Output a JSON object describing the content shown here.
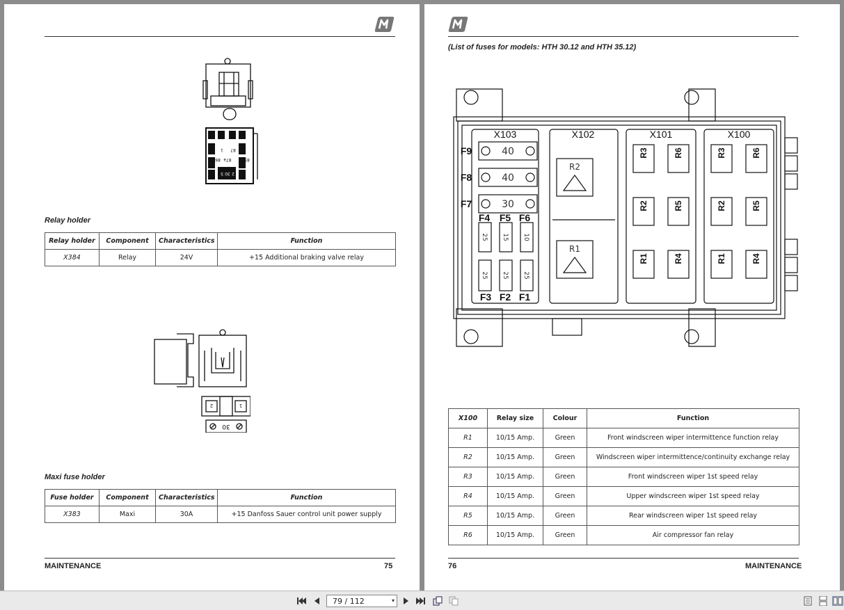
{
  "left_page": {
    "relay_section": {
      "title": "Relay holder",
      "headers": [
        "Relay holder",
        "Component",
        "Characteristics",
        "Function"
      ],
      "rows": [
        [
          "X384",
          "Relay",
          "24V",
          "+15 Additional braking valve relay"
        ]
      ]
    },
    "maxi_section": {
      "title": "Maxi fuse holder",
      "headers": [
        "Fuse holder",
        "Component",
        "Characteristics",
        "Function"
      ],
      "rows": [
        [
          "X383",
          "Maxi",
          "30A",
          "+15 Danfoss Sauer control unit power supply"
        ]
      ]
    },
    "relay_pins": [
      "1",
      "87",
      "87a",
      "85",
      "86",
      "5",
      "30",
      "2"
    ],
    "maxi_label": "30",
    "maxi_pins": [
      "2",
      "1"
    ],
    "footer_label": "MAINTENANCE",
    "page_number": "75"
  },
  "right_page": {
    "subtitle": "(List of fuses for models: HTH 30.12 and HTH 35.12)",
    "diagram": {
      "blocks": [
        "X103",
        "X102",
        "X101",
        "X100"
      ],
      "fuse_labels": [
        "F9",
        "F8",
        "F7",
        "F4",
        "F5",
        "F6",
        "F3",
        "F2",
        "F1"
      ],
      "maxi_values": [
        "40",
        "40",
        "30"
      ],
      "mini_values_top": [
        "25",
        "15",
        "10"
      ],
      "mini_values_bottom": [
        "25",
        "25",
        "25"
      ],
      "x102_relays": [
        "R2",
        "R1"
      ],
      "x101_relays": [
        "R3",
        "R6",
        "R2",
        "R5",
        "R1",
        "R4"
      ]
    },
    "table": {
      "headers": [
        "X100",
        "Relay size",
        "Colour",
        "Function"
      ],
      "rows": [
        [
          "R1",
          "10/15 Amp.",
          "Green",
          "Front windscreen wiper intermittence function relay"
        ],
        [
          "R2",
          "10/15 Amp.",
          "Green",
          "Windscreen wiper intermittence/continuity exchange relay"
        ],
        [
          "R3",
          "10/15 Amp.",
          "Green",
          "Front windscreen wiper 1st speed relay"
        ],
        [
          "R4",
          "10/15 Amp.",
          "Green",
          "Upper windscreen wiper 1st speed relay"
        ],
        [
          "R5",
          "10/15 Amp.",
          "Green",
          "Rear windscreen wiper 1st speed relay"
        ],
        [
          "R6",
          "10/15 Amp.",
          "Green",
          "Air compressor fan relay"
        ]
      ]
    },
    "page_number": "76",
    "footer_label": "MAINTENANCE"
  },
  "toolbar": {
    "page_indicator": "79 / 112",
    "icons": [
      "first-page-icon",
      "prev-page-icon",
      "next-page-icon",
      "last-page-icon",
      "rotate-icon",
      "copy-icon",
      "single-page-view-icon",
      "continuous-view-icon",
      "two-page-view-icon"
    ]
  }
}
